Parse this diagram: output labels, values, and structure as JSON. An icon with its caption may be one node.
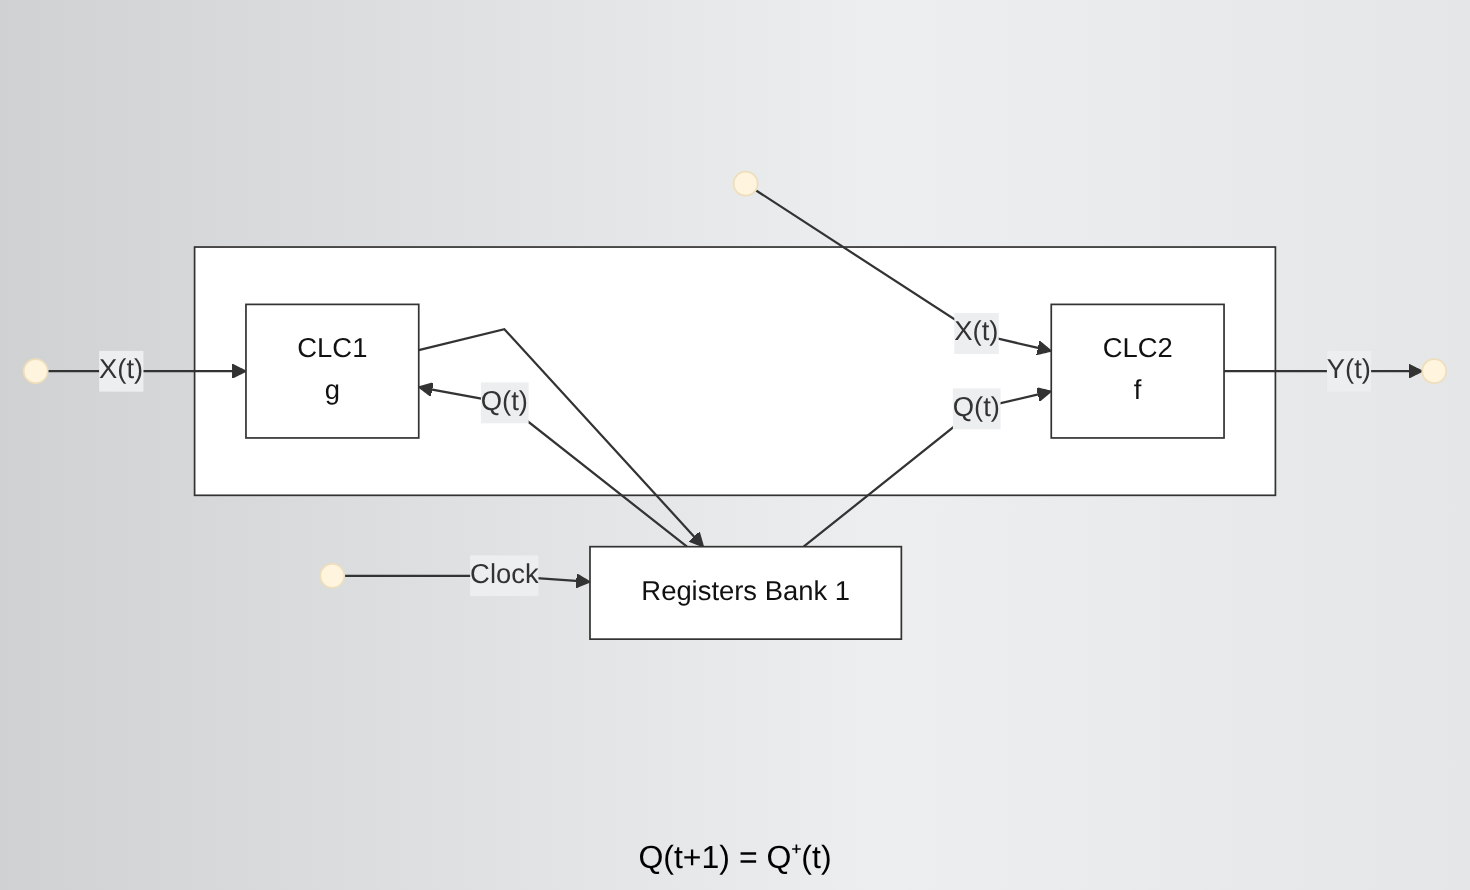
{
  "diagram": {
    "nodes": [
      {
        "text": [],
        "shape": "box"
      },
      {
        "text": [
          "CLC2",
          "f"
        ],
        "in": 0
      },
      {
        "text": [
          "CLC1",
          "g"
        ],
        "in": 0
      },
      {
        "text": [
          "Registers Bank 1"
        ]
      }
    ],
    "edges": [
      {
        "from": null,
        "to": 1,
        "arrow": "to",
        "label": "X(t)"
      },
      {
        "from": 3,
        "to": 1,
        "arrow": "to",
        "label": "Q(t)"
      },
      {
        "from": null,
        "to": 2,
        "arrow": "to",
        "label": "X(t)"
      },
      {
        "from": 3,
        "to": 2,
        "arrow": "to",
        "label": "Q(t)"
      },
      {
        "from": 2,
        "to": 3,
        "arrow": "to"
      },
      {
        "from": null,
        "to": 3,
        "arrow": "to",
        "label": "Clock"
      },
      {
        "from": 1,
        "to": null,
        "arrow": "to",
        "label": "Y(t)"
      }
    ],
    "labels": [
      "Q(t+1) = Q⁺(t)"
    ]
  }
}
